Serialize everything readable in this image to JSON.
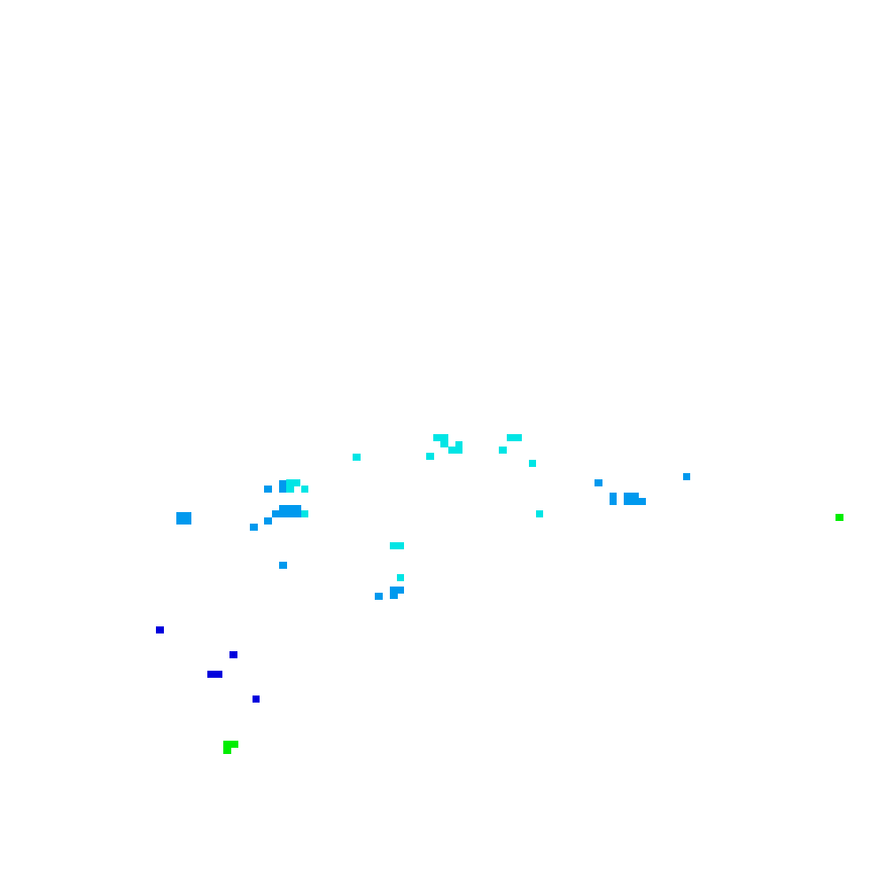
{
  "map": {
    "background_color": "#ffffff",
    "legend_colors": {
      "cyan": "#00e5e5",
      "azure": "#0099ee",
      "blue": "#0000dd",
      "green": "#00ee00"
    },
    "cells": [
      {
        "color": "cyan"
      },
      {
        "color": "cyan"
      },
      {
        "color": "cyan"
      },
      {
        "color": "cyan"
      },
      {
        "color": "cyan"
      },
      {
        "color": "cyan"
      },
      {
        "color": "cyan"
      },
      {
        "color": "cyan"
      },
      {
        "color": "cyan"
      },
      {
        "color": "cyan"
      },
      {
        "color": "cyan"
      },
      {
        "color": "cyan"
      },
      {
        "color": "cyan"
      },
      {
        "color": "cyan"
      },
      {
        "color": "cyan"
      },
      {
        "color": "cyan"
      },
      {
        "color": "azure"
      },
      {
        "color": "azure"
      },
      {
        "color": "azure"
      },
      {
        "color": "azure"
      },
      {
        "color": "azure"
      },
      {
        "color": "azure"
      },
      {
        "color": "azure"
      },
      {
        "color": "azure"
      },
      {
        "color": "azure"
      },
      {
        "color": "azure"
      },
      {
        "color": "azure"
      },
      {
        "color": "azure"
      },
      {
        "color": "azure"
      },
      {
        "color": "azure"
      },
      {
        "color": "azure"
      },
      {
        "color": "azure"
      },
      {
        "color": "azure"
      },
      {
        "color": "azure"
      },
      {
        "color": "azure"
      },
      {
        "color": "blue"
      },
      {
        "color": "blue"
      },
      {
        "color": "blue"
      },
      {
        "color": "blue"
      },
      {
        "color": "green"
      },
      {
        "color": "green"
      }
    ]
  }
}
